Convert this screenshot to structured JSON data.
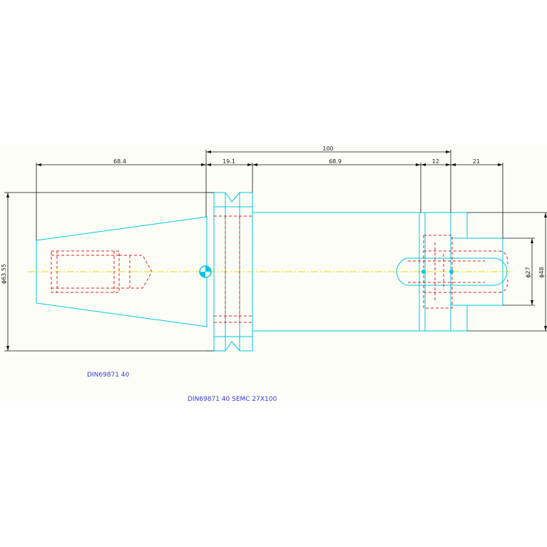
{
  "dimensions": {
    "overall_length": "100",
    "taper_length": "68.4",
    "flange_width": "19.1",
    "shank_length": "68.9",
    "collar_width": "12",
    "projection": "21",
    "taper_diameter": "ϕ63.55",
    "bore_diameter": "ϕ27",
    "outer_diameter": "ϕ48"
  },
  "labels": {
    "standard": "DIN69871 40",
    "part_name": "DIN69871 40 SEMC 27X100"
  },
  "colors": {
    "outline": "#00c8e0",
    "hidden": "#e02020",
    "centerline": "#e8e000",
    "dimension": "#111111",
    "label": "#3a3ad6",
    "background": "#fdfdf8"
  }
}
